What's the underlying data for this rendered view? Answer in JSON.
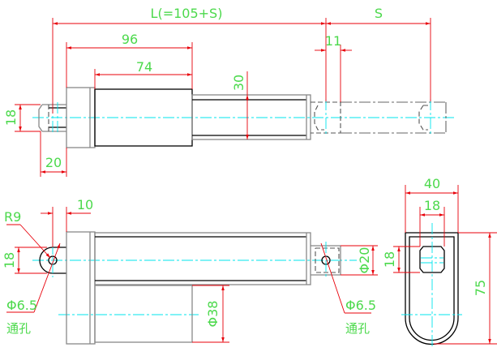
{
  "drawing": {
    "top_view": {
      "dim_L": "L(=105+S)",
      "dim_S": "S",
      "dim_96": "96",
      "dim_74": "74",
      "dim_30": "30",
      "dim_11": "11",
      "dim_18": "18",
      "dim_20": "20"
    },
    "side_view": {
      "dim_10": "10",
      "dim_R9": "R9",
      "dim_18": "18",
      "hole_left": "Φ6.5",
      "hole_left_note": "通孔",
      "dim_38": "Φ38",
      "dim_20": "Φ20",
      "hole_right": "Φ6.5",
      "hole_right_note": "通孔"
    },
    "end_view": {
      "dim_40": "40",
      "dim_18_width": "18",
      "dim_18_height": "18",
      "dim_75": "75"
    },
    "colors": {
      "object": "#000000",
      "dimension": "#e8000a",
      "dimension_text": "#4cd94c",
      "centerline": "#00e5ee"
    }
  }
}
